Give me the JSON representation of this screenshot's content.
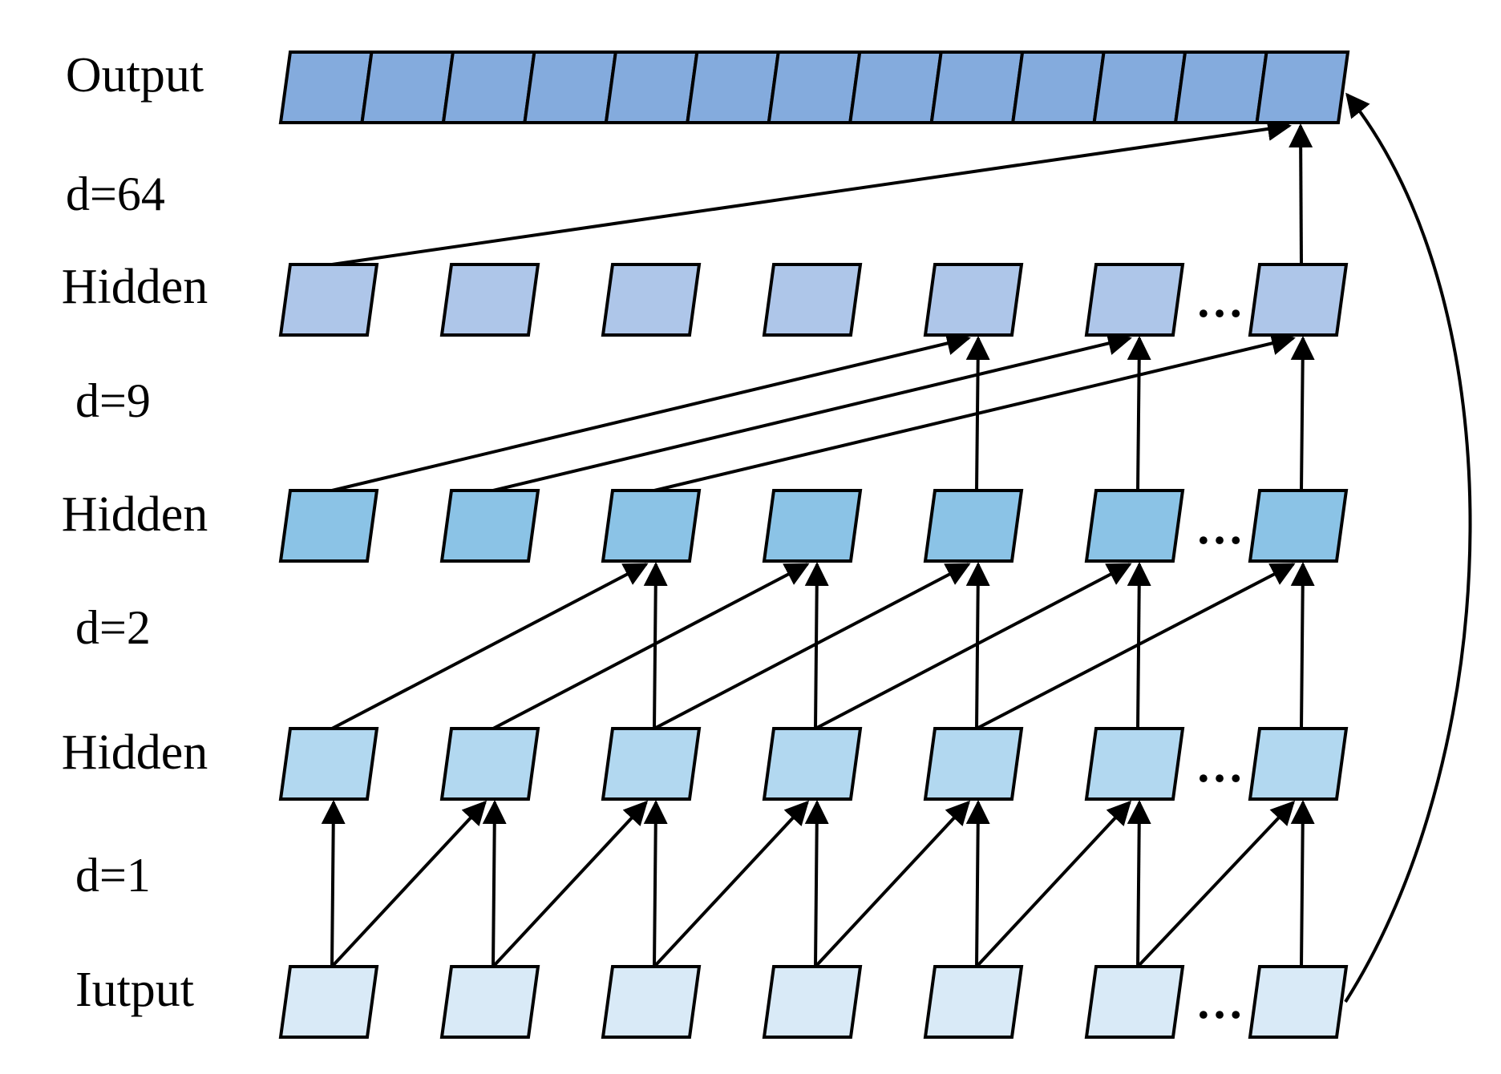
{
  "diagram": {
    "rows": [
      {
        "id": "output",
        "label": "Output",
        "color": "#84abdd",
        "cells": 13
      },
      {
        "id": "hidden3",
        "label": "Hidden",
        "color": "#aec6e9",
        "cells": 7
      },
      {
        "id": "hidden2",
        "label": "Hidden",
        "color": "#8bc3e6",
        "cells": 7
      },
      {
        "id": "hidden1",
        "label": "Hidden",
        "color": "#b2d8f0",
        "cells": 7
      },
      {
        "id": "input",
        "label": "Iutput",
        "color": "#d9eaf7",
        "cells": 7
      }
    ],
    "dilations": [
      "d=64",
      "d=9",
      "d=2",
      "d=1"
    ],
    "ellipsis": "…"
  }
}
